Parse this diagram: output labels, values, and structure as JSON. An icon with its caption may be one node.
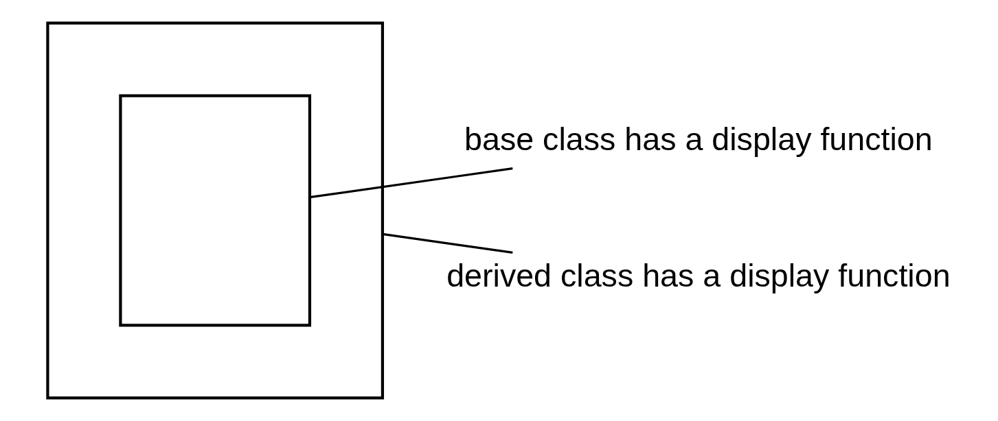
{
  "diagram": {
    "nodes": [
      {
        "text": [],
        "shape": "box"
      },
      {
        "text": [],
        "shape": "box",
        "in": 0
      },
      {
        "text": [
          "base class has a display function"
        ]
      },
      {
        "text": [
          "derived class has a display function"
        ]
      }
    ],
    "edges": [
      {
        "from": 2,
        "to": 1,
        "arrow": "none"
      },
      {
        "from": 3,
        "to": 0,
        "arrow": "none"
      }
    ]
  }
}
